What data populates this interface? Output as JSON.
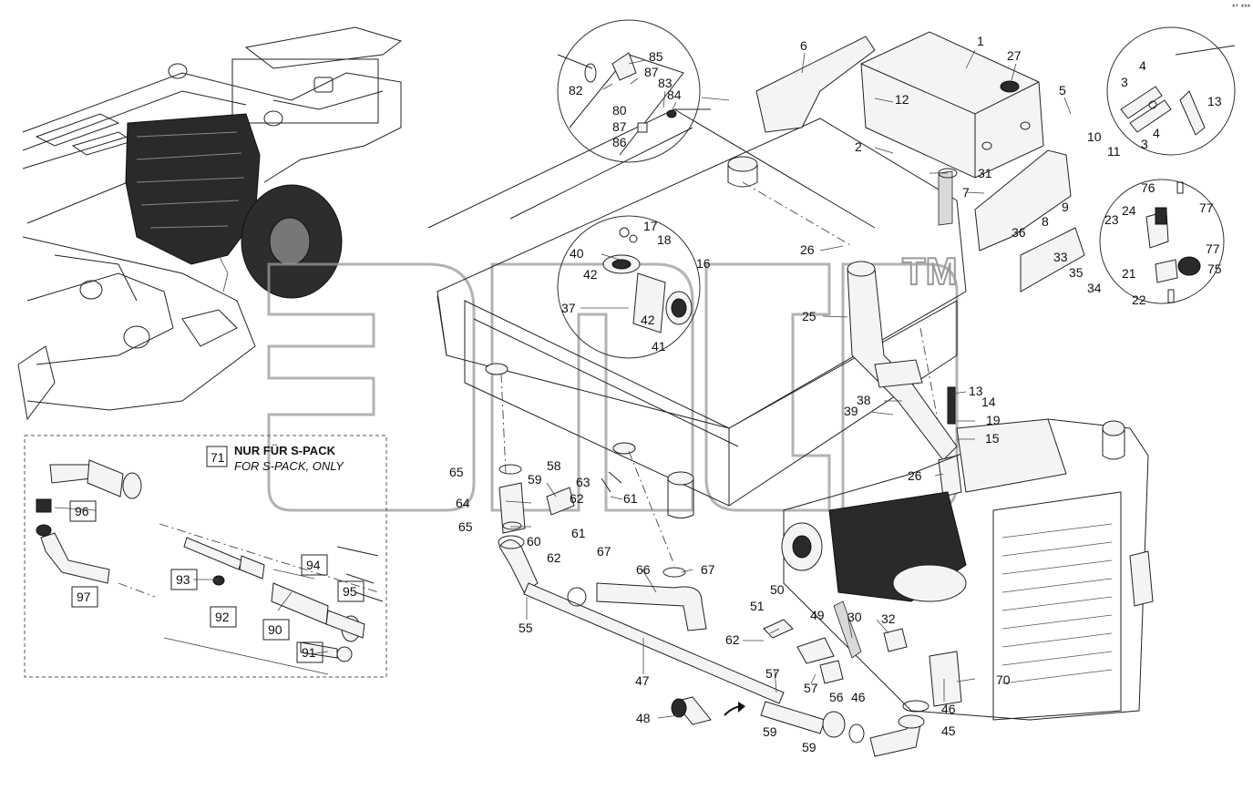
{
  "corner_text": "*° ***",
  "watermark_tm": "TM",
  "note": {
    "ref_number": "71",
    "title": "NUR FÜR  S-PACK",
    "subtitle": "FOR S-PACK, ONLY"
  },
  "labels": [
    "1",
    "27",
    "6",
    "85",
    "87",
    "83",
    "84",
    "82",
    "80",
    "87",
    "86",
    "12",
    "5",
    "3",
    "4",
    "3",
    "4",
    "13",
    "2",
    "31",
    "10",
    "11",
    "7",
    "9",
    "8",
    "76",
    "24",
    "23",
    "77",
    "77",
    "75",
    "21",
    "22",
    "36",
    "33",
    "35",
    "34",
    "17",
    "18",
    "40",
    "16",
    "42",
    "37",
    "42",
    "41",
    "26",
    "25",
    "13",
    "14",
    "38",
    "39",
    "19",
    "15",
    "26",
    "65",
    "58",
    "59",
    "63",
    "62",
    "61",
    "64",
    "65",
    "61",
    "60",
    "62",
    "67",
    "66",
    "67",
    "55",
    "51",
    "50",
    "49",
    "30",
    "32",
    "62",
    "47",
    "57",
    "57",
    "56",
    "46",
    "70",
    "46",
    "48",
    "59",
    "59",
    "45",
    "96",
    "97",
    "93",
    "94",
    "95",
    "92",
    "90",
    "91"
  ]
}
